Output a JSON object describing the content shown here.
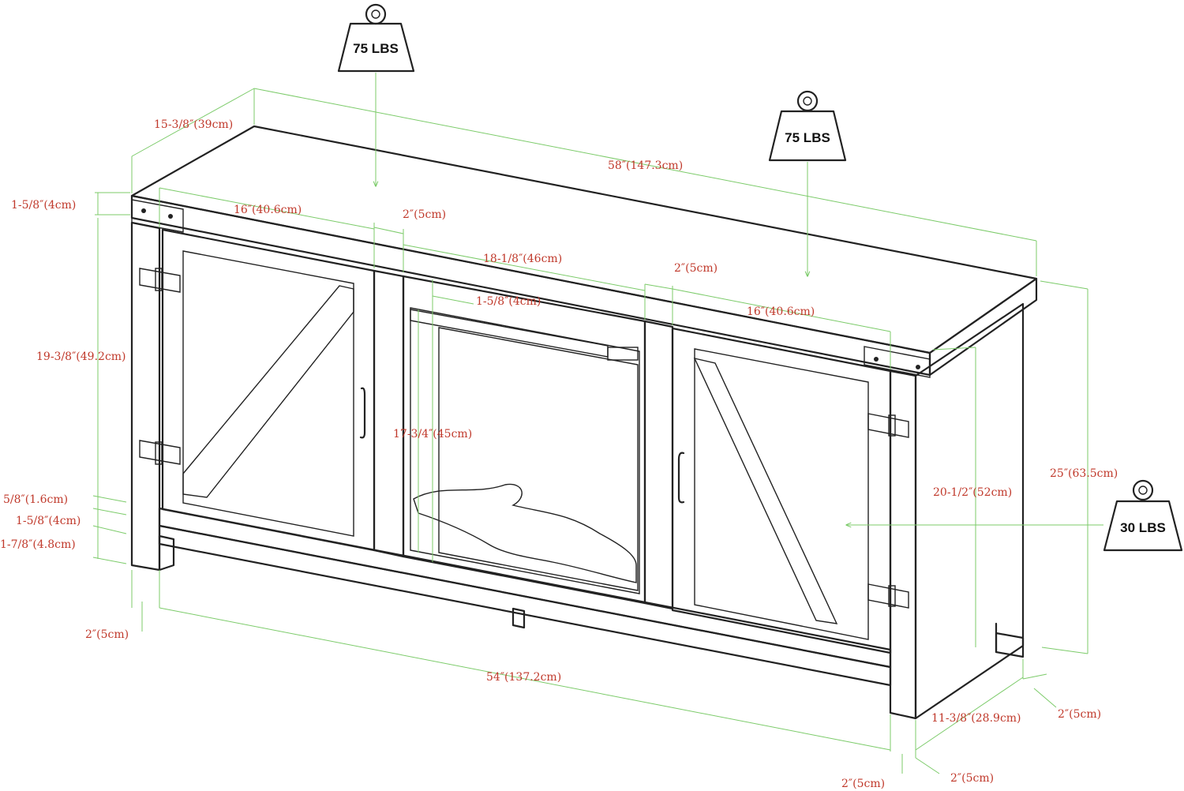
{
  "colors": {
    "outline": "#222222",
    "dimension_line": "#7ccb6a",
    "dimension_text": "#c0392b",
    "weight_text": "#111111"
  },
  "weights": [
    {
      "label": "75 LBS"
    },
    {
      "label": "75 LBS"
    },
    {
      "label": "30 LBS"
    }
  ],
  "dimensions": {
    "depth_top": "15-3/8″(39cm)",
    "width_total": "58″(147.3cm)",
    "top_thickness": "1-5/8″(4cm)",
    "left_door_width": "16″(40.6cm)",
    "center_post_left": "2″(5cm)",
    "fireplace_width": "18-1/8″(46cm)",
    "center_post_right": "2″(5cm)",
    "fireplace_frame": "1-5/8″(4cm)",
    "right_door_width": "16″(40.6cm)",
    "cabinet_height": "19-3/8″(49.2cm)",
    "fireplace_height": "17-3/4″(45cm)",
    "interior_height": "20-1/2″(52cm)",
    "total_height": "25″(63.5cm)",
    "shelf_thickness": "5/8″(1.6cm)",
    "rail_height": "1-5/8″(4cm)",
    "leg_height": "1-7/8″(4.8cm)",
    "leg_width_left": "2″(5cm)",
    "inner_width": "54″(137.2cm)",
    "inner_depth": "11-3/8″(28.9cm)",
    "leg_depth_right": "2″(5cm)",
    "leg_width_bottom_a": "2″(5cm)",
    "leg_width_bottom_b": "2″(5cm)"
  }
}
